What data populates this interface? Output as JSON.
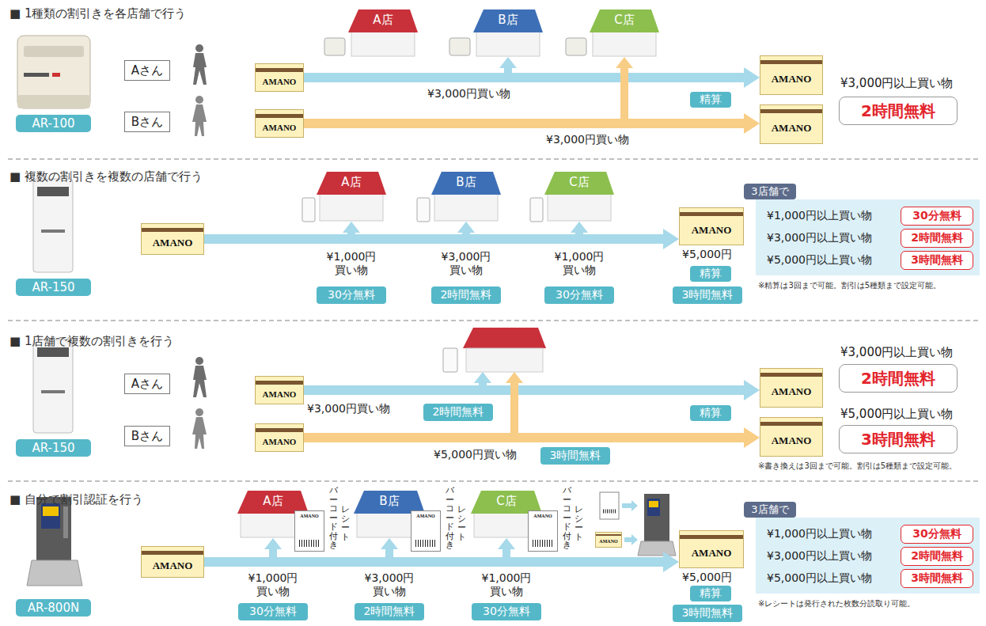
{
  "diagram": {
    "nodes": [
      {
        "text": [
          "AR-100"
        ]
      },
      {
        "text": [
          "Aさん"
        ]
      },
      {
        "text": [
          "AMANO"
        ]
      },
      {
        "text": [
          "A店"
        ]
      },
      {
        "text": [
          "B店"
        ]
      },
      {
        "text": [
          "C店"
        ]
      },
      {
        "text": [
          "Bさん"
        ]
      },
      {
        "text": [
          "AMANO"
        ]
      },
      {
        "text": [
          "精算"
        ]
      },
      {
        "text": [
          "AMANO"
        ]
      },
      {
        "text": [
          "AMANO"
        ]
      },
      {
        "text": [
          "2時間無料"
        ]
      },
      {
        "text": [
          "AR-150"
        ]
      },
      {
        "text": [
          "AMANO"
        ]
      },
      {
        "text": [
          "A店"
        ]
      },
      {
        "text": [
          "B店"
        ]
      },
      {
        "text": [
          "C店"
        ]
      },
      {
        "text": [
          "30分無料"
        ]
      },
      {
        "text": [
          "2時間無料"
        ]
      },
      {
        "text": [
          "30分無料"
        ]
      },
      {
        "text": [
          "AMANO"
        ]
      },
      {
        "text": [
          "精算"
        ]
      },
      {
        "text": [
          "3時間無料"
        ]
      },
      {
        "text": [
          "3店舗で"
        ]
      },
      {
        "text": [
          "¥1,000円以上買い物",
          "¥3,000円以上買い物",
          "¥5,000円以上買い物"
        ]
      },
      {
        "text": [
          "30分無料"
        ],
        "in": 24
      },
      {
        "text": [
          "2時間無料"
        ],
        "in": 24
      },
      {
        "text": [
          "3時間無料"
        ],
        "in": 24
      },
      {
        "text": [
          "AR-150"
        ]
      },
      {
        "text": [
          "Aさん"
        ]
      },
      {
        "text": [
          "AMANO"
        ]
      },
      {
        "text": [
          "Bさん"
        ]
      },
      {
        "text": [
          "AMANO"
        ]
      },
      {
        "text": [
          "2時間無料"
        ]
      },
      {
        "text": [
          "3時間無料"
        ]
      },
      {
        "text": [
          "精算"
        ]
      },
      {
        "text": [
          "AMANO"
        ]
      },
      {
        "text": [
          "AMANO"
        ]
      },
      {
        "text": [
          "2時間無料"
        ]
      },
      {
        "text": [
          "3時間無料"
        ]
      },
      {
        "text": [
          "AR-800N"
        ]
      },
      {
        "text": [
          "AMANO"
        ]
      },
      {
        "text": [
          "A店"
        ]
      },
      {
        "text": [
          "AMANO"
        ]
      },
      {
        "text": [
          "B店"
        ]
      },
      {
        "text": [
          "AMANO"
        ]
      },
      {
        "text": [
          "C店"
        ]
      },
      {
        "text": [
          "AMANO"
        ]
      },
      {
        "text": [
          "AMANO"
        ]
      },
      {
        "text": [
          "30分無料"
        ]
      },
      {
        "text": [
          "2時間無料"
        ]
      },
      {
        "text": [
          "30分無料"
        ]
      },
      {
        "text": [
          "AMANO"
        ]
      },
      {
        "text": [
          "精算"
        ]
      },
      {
        "text": [
          "3時間無料"
        ]
      },
      {
        "text": [
          "3店舗で"
        ]
      },
      {
        "text": [
          "¥1,000円以上買い物",
          "¥3,000円以上買い物",
          "¥5,000円以上買い物"
        ]
      },
      {
        "text": [
          "30分無料"
        ],
        "in": 56
      },
      {
        "text": [
          "2時間無料"
        ],
        "in": 56
      },
      {
        "text": [
          "3時間無料"
        ],
        "in": 56
      }
    ],
    "edges": [
      {
        "from": 2,
        "to": 4,
        "arrow": "to"
      },
      {
        "from": 2,
        "to": 9,
        "arrow": "to"
      },
      {
        "from": 7,
        "to": 5,
        "arrow": "to"
      },
      {
        "from": 7,
        "to": 10,
        "arrow": "to"
      },
      {
        "from": 13,
        "to": 14,
        "arrow": "to"
      },
      {
        "from": 13,
        "to": 15,
        "arrow": "to"
      },
      {
        "from": 13,
        "to": 16,
        "arrow": "to"
      },
      {
        "from": 13,
        "to": 20,
        "arrow": "to"
      },
      {
        "from": 30,
        "to": 36,
        "arrow": "to"
      },
      {
        "from": 32,
        "to": 37,
        "arrow": "to"
      },
      {
        "from": 41,
        "to": 42,
        "arrow": "to"
      },
      {
        "from": 41,
        "to": 44,
        "arrow": "to"
      },
      {
        "from": 41,
        "to": 46,
        "arrow": "to"
      },
      {
        "from": 41,
        "to": 52,
        "arrow": "to"
      }
    ],
    "labels": [
      "■ 1種類の割引きを各店舗で行う",
      "¥3,000円買い物",
      "¥3,000円買い物",
      "¥3,000円以上買い物",
      "■ 複数の割引きを複数の店舗で行う",
      "¥1,000円 買い物",
      "¥3,000円 買い物",
      "¥1,000円 買い物",
      "¥5,000円",
      "※精算は3回まで可能。割引は5種類まで設定可能。",
      "■ 1店舗で複数の割引きを行う",
      "¥3,000円買い物",
      "¥5,000円買い物",
      "¥3,000円以上買い物",
      "¥5,000円以上買い物",
      "※書き換えは3回まで可能。割引は5種類まで設定可能。",
      "■ 自分で割引認証を行う",
      "バーコード付き",
      "レシート",
      "バーコード付き",
      "レシート",
      "バーコード付き",
      "レシート",
      "¥1,000円 買い物",
      "¥3,000円 買い物",
      "¥1,000円 買い物",
      "¥5,000円",
      "※レシートは発行された枚数分読取り可能。"
    ]
  }
}
